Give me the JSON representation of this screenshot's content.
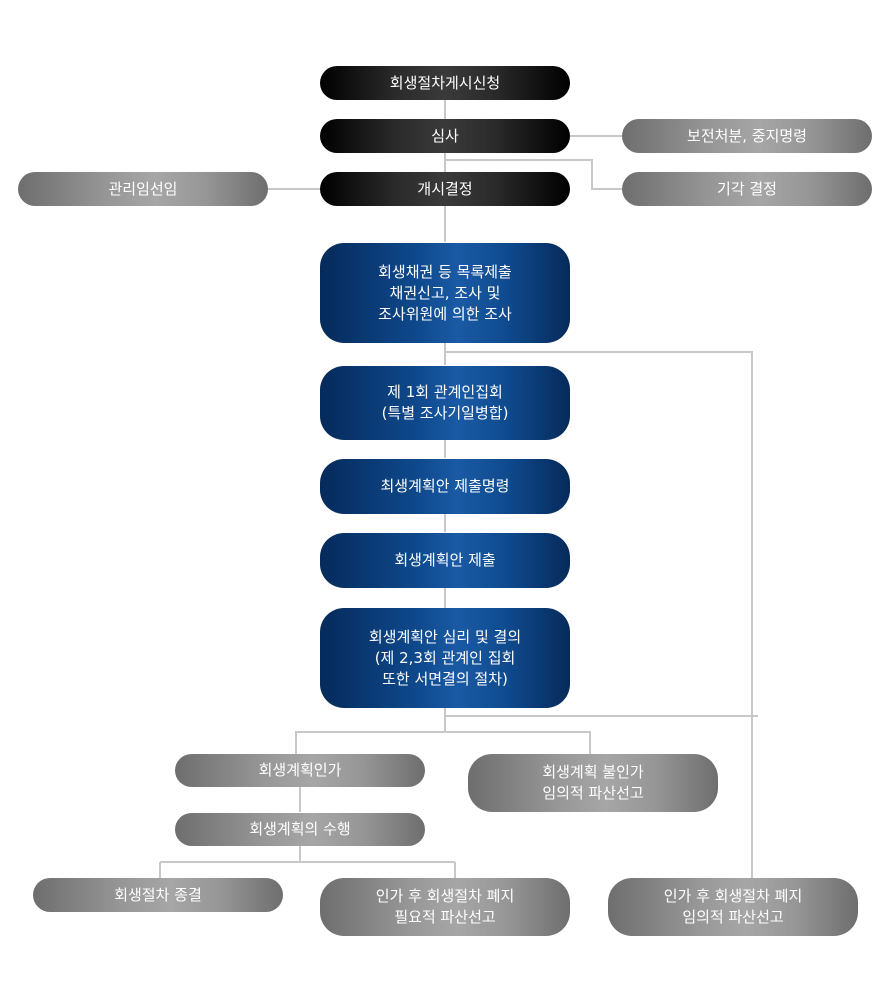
{
  "nodes": {
    "n1": [
      "회생절차게시신청"
    ],
    "n2": [
      "심사"
    ],
    "n3": [
      "개시결정"
    ],
    "n4": [
      "회생채권 등 목록제출",
      "채권신고, 조사 및",
      "조사위원에 의한 조사"
    ],
    "n5": [
      "제 1회 관계인집회",
      "(특별 조사기일병합)"
    ],
    "n6": [
      "최생계획안 제출명령"
    ],
    "n7": [
      "회생계획안 제출"
    ],
    "n8": [
      "회생계획안 심리 및 결의",
      "(제 2,3회 관계인 집회",
      "또한 서면결의 절차)"
    ],
    "s_bojeon": [
      "보전처분, 중지명령"
    ],
    "s_gigak": [
      "기각 결정"
    ],
    "s_gwanri": [
      "관리임선임"
    ],
    "r_ingga": [
      "회생계획인가"
    ],
    "r_bulinga": [
      "회생계획 불인가",
      "임의적 파산선고"
    ],
    "r_suhaeng": [
      "회생계획의 수행"
    ],
    "r_jonggyeol": [
      "회생절차 종결"
    ],
    "r_pilyo": [
      "인가 후 회생절차 폐지",
      "필요적 파산선고"
    ],
    "r_imui": [
      "인가 후 회생절차 폐지",
      "임의적 파산선고"
    ]
  },
  "colors": {
    "connector": "#c8c8c8",
    "black_node": "#000000",
    "blue_node": "#0f4a8e",
    "gray_node": "#969696",
    "text": "#ffffff"
  }
}
